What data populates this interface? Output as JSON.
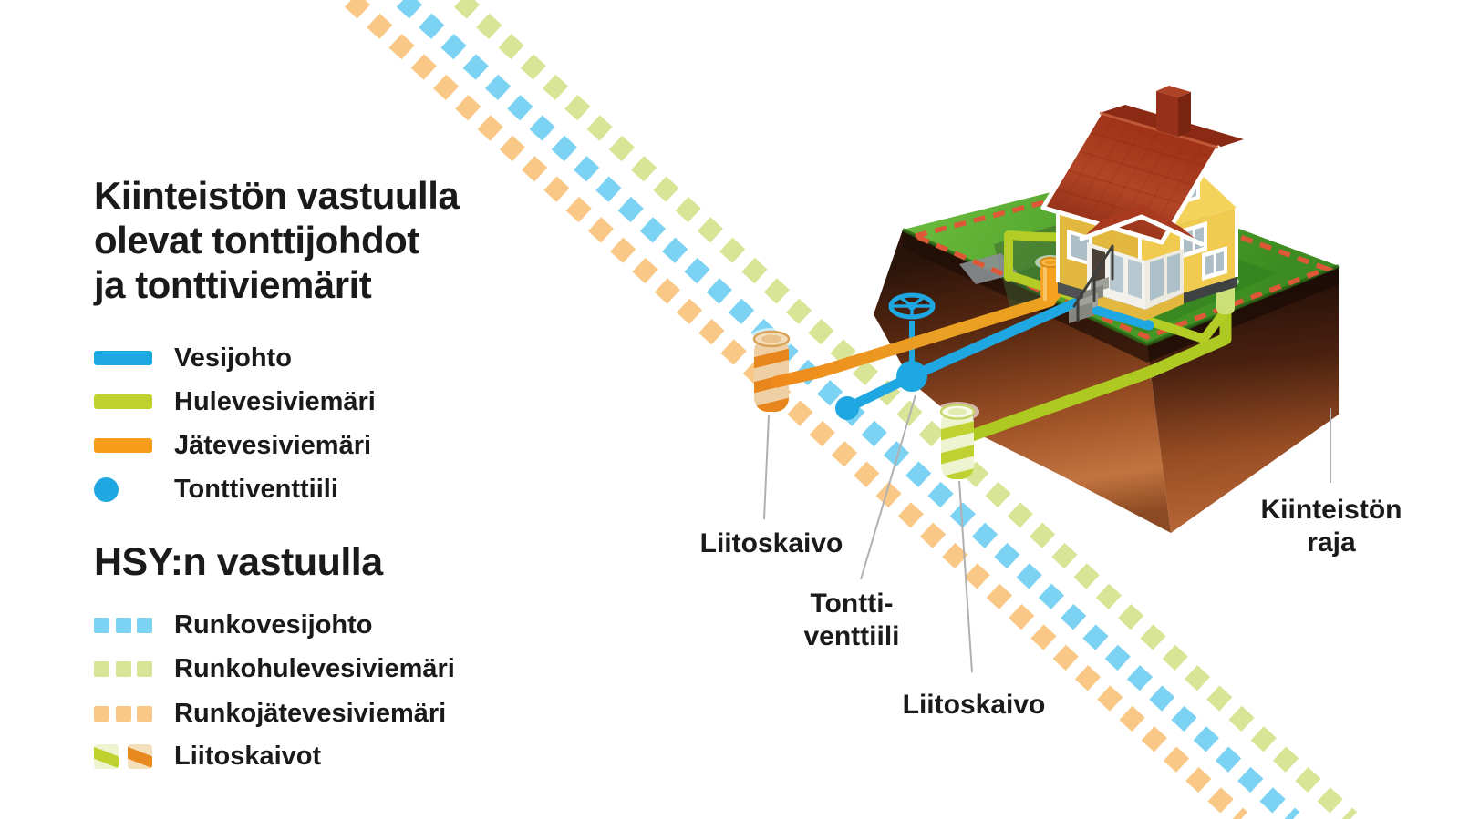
{
  "title": {
    "lines": [
      "Kiinteistön vastuulla",
      "olevat tonttijohdot",
      "ja tonttiviemärit"
    ]
  },
  "property_legend": {
    "items": [
      {
        "label": "Vesijohto",
        "swatch": "solid-line",
        "color": "#1FA7E1"
      },
      {
        "label": "Hulevesiviemäri",
        "swatch": "solid-line",
        "color": "#BFD12F"
      },
      {
        "label": "Jätevesiviemäri",
        "swatch": "solid-line",
        "color": "#F89C1B"
      },
      {
        "label": "Tonttiventtiili",
        "swatch": "dot",
        "color": "#1FA7E1"
      }
    ]
  },
  "hsy_legend": {
    "heading": "HSY:n vastuulla",
    "items": [
      {
        "label": "Runkovesijohto",
        "swatch": "dashed-line",
        "color": "#7BD2F2"
      },
      {
        "label": "Runkohulevesiviemäri",
        "swatch": "dashed-line",
        "color": "#D8E496"
      },
      {
        "label": "Runkojätevesiviemäri",
        "swatch": "dashed-line",
        "color": "#F9C886"
      },
      {
        "label": "Liitoskaivot",
        "swatch": "well-icons",
        "colors": [
          "#BFD12F",
          "#E8891F"
        ]
      }
    ]
  },
  "scene": {
    "labels": {
      "liitoskaivo_left": "Liitoskaivo",
      "tonttiventtiili_line1": "Tontti-",
      "tonttiventtiili_line2": "venttiili",
      "liitoskaivo_bottom": "Liitoskaivo",
      "kiinteiston_raja_line1": "Kiinteistön",
      "kiinteiston_raja_line2": "raja"
    }
  },
  "palette": {
    "water_blue": "#1FA7E1",
    "stormwater_green": "#BFD12F",
    "wastewater_orange": "#F89C1B",
    "trunk_water_blue": "#7BD2F2",
    "trunk_storm_green": "#D8E496",
    "trunk_waste_orange": "#F9C886",
    "property_boundary_red": "#DC5837",
    "leader_line_gray": "#B0B0B0",
    "text_black": "#1A1A1A"
  }
}
